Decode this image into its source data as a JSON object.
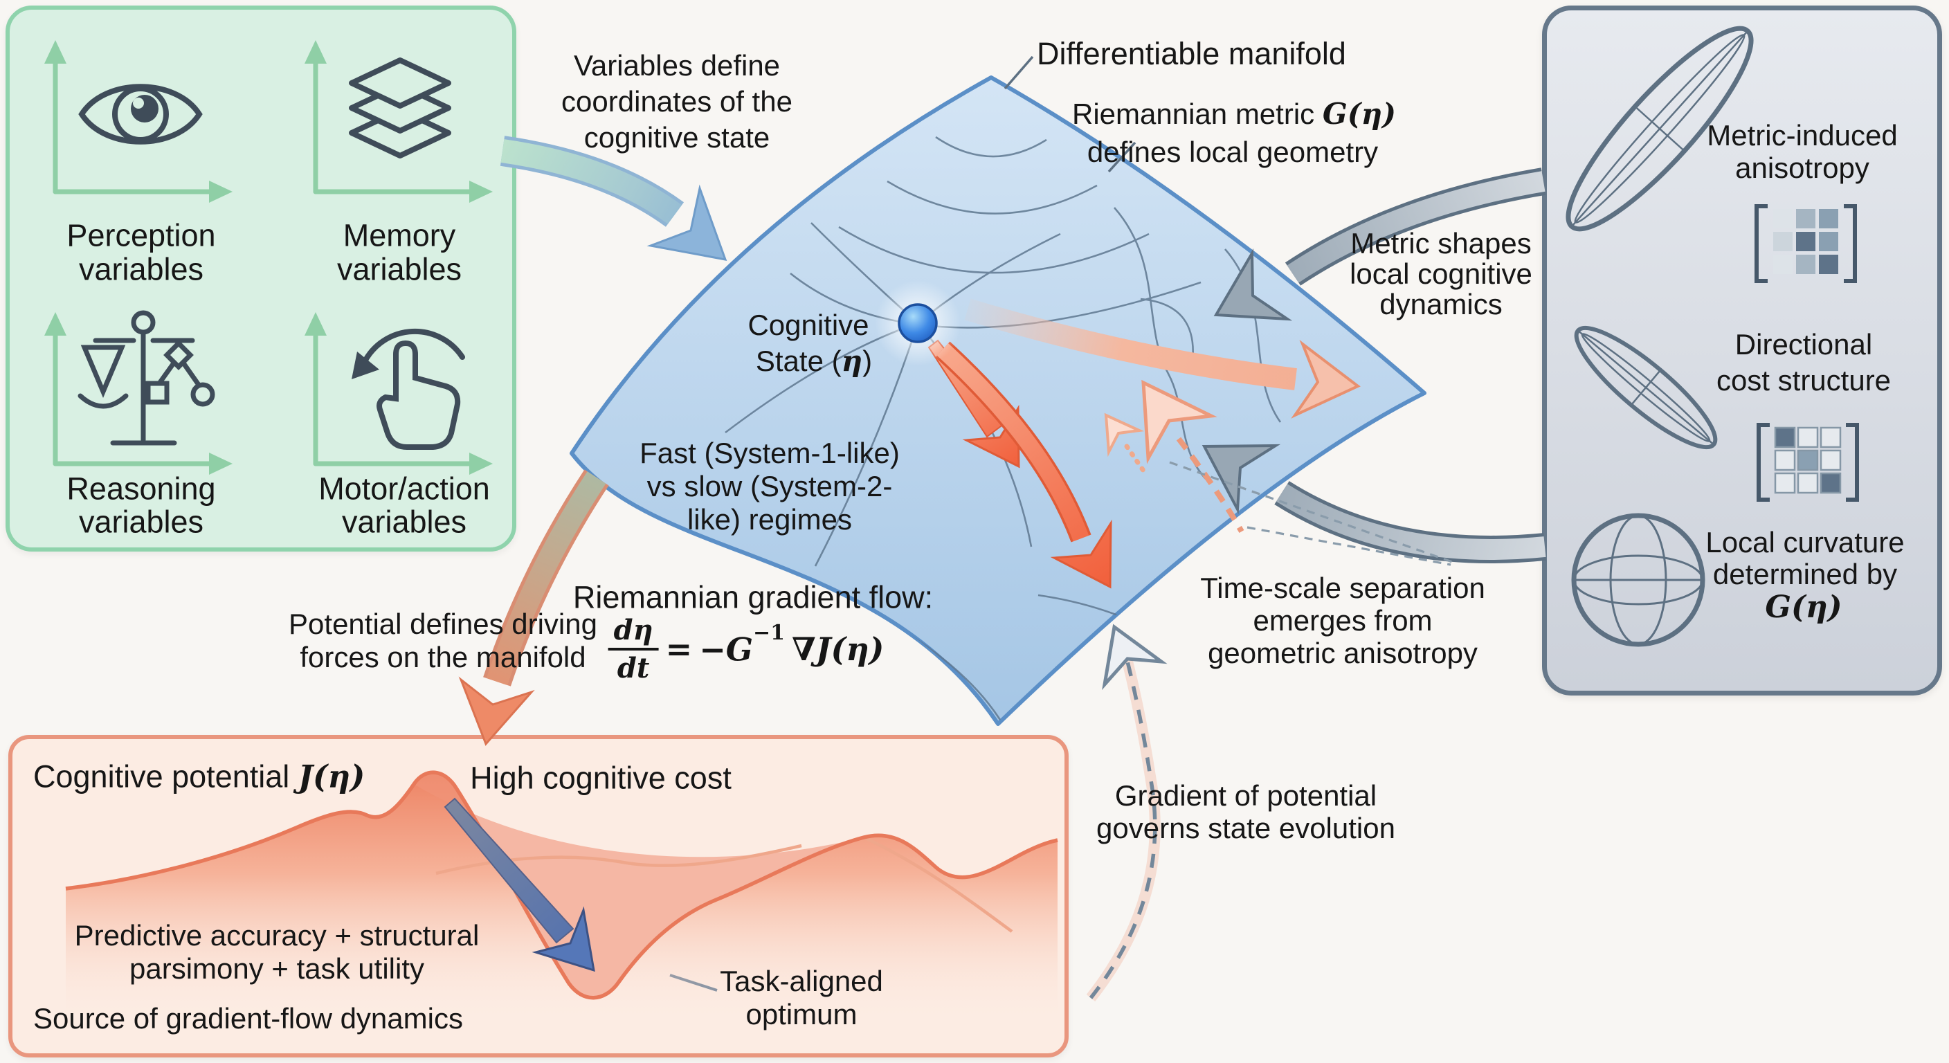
{
  "green_panel": {
    "quadrants": [
      {
        "icon": "eye-icon",
        "line1": "Perception",
        "line2": "variables"
      },
      {
        "icon": "layers-icon",
        "line1": "Memory",
        "line2": "variables"
      },
      {
        "icon": "balance-tree-icon",
        "line1": "Reasoning",
        "line2": "variables"
      },
      {
        "icon": "hand-rotate-icon",
        "line1": "Motor/action",
        "line2": "variables"
      }
    ]
  },
  "annotations": {
    "variables_define": [
      "Variables define",
      "coordinates of the",
      "cognitive state"
    ],
    "differentiable_manifold": "Differentiable manifold",
    "riemannian_metric": {
      "line1_text": "Riemannian metric ",
      "line1_math": "G(η)",
      "line2": "defines local geometry"
    },
    "metric_shapes": [
      "Metric shapes",
      "local cognitive",
      "dynamics"
    ],
    "cognitive_state": {
      "line1": "Cognitive",
      "line2_pre": "State (",
      "line2_math": "η",
      "line2_post": ")"
    },
    "fast_slow": [
      "Fast (System-1-like)",
      "vs slow (System-2-",
      "like) regimes"
    ],
    "gradient_flow_title": "Riemannian gradient flow:",
    "formula": {
      "num": "dη",
      "den": "dt",
      "eq": "=",
      "neg_g": "−G",
      "exp": "−1",
      "grad": "∇J(η)"
    },
    "timescale": [
      "Time-scale separation",
      "emerges from",
      "geometric anisotropy"
    ],
    "gradient_governs": [
      "Gradient of potential",
      "governs state evolution"
    ],
    "potential_defines": [
      "Potential defines driving",
      "forces on the manifold"
    ]
  },
  "gray_panel": {
    "anisotropy": [
      "Metric-induced",
      "anisotropy"
    ],
    "cost": [
      "Directional",
      "cost structure"
    ],
    "curvature": [
      "Local curvature",
      "determined by"
    ],
    "curvature_math": "G(η)"
  },
  "orange_panel": {
    "title_text": "Cognitive potential ",
    "title_math": "J(η)",
    "high_cost": "High cognitive cost",
    "optimum": [
      "Task-aligned",
      "optimum"
    ],
    "terms": [
      "Predictive accuracy + structural",
      "parsimony + task utility"
    ],
    "source": "Source of gradient-flow dynamics"
  },
  "colors": {
    "manifold_fill": "#b9d4ec",
    "manifold_edge": "#5b8fc7",
    "contour": "#5f7890",
    "state_dot": "#2e7de0",
    "red_arrow": "#f1603c",
    "pale_arrow": "#f5b89f",
    "gray_arrow": "#98a7b4",
    "green_accent": "#8fd3ac",
    "orange_accent": "#e9967e",
    "slope_arrow": "#5577b8"
  }
}
